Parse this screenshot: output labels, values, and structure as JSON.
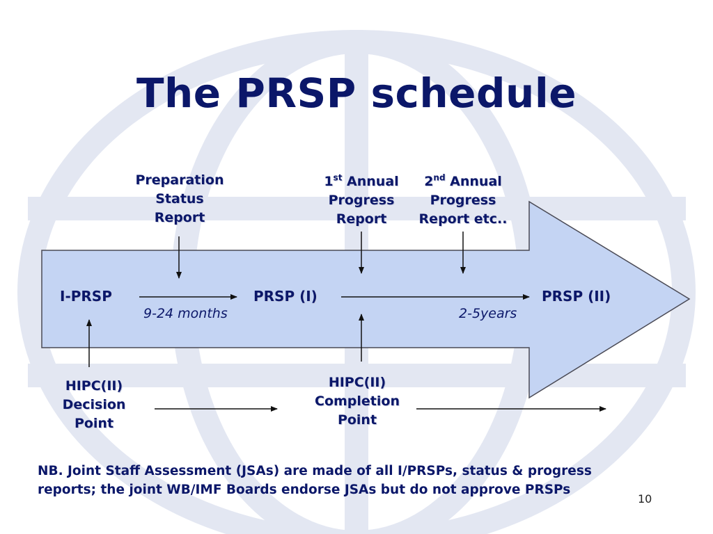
{
  "title": "The PRSP schedule",
  "top_labels": {
    "preparation_report": [
      "Preparation",
      "Status",
      "Report"
    ],
    "first_annual": {
      "number": "1",
      "suffix": "st",
      "rest": " Annual",
      "line2": "Progress",
      "line3": "Report"
    },
    "second_annual": {
      "number": "2",
      "suffix": "nd",
      "rest": " Annual",
      "line2": "Progress",
      "line3": "Report etc.."
    }
  },
  "nodes": {
    "i_prsp": "I-PRSP",
    "prsp_i": "PRSP (I)",
    "prsp_ii": "PRSP (II)"
  },
  "durations": {
    "first": "9-24 months",
    "second": "2-5years"
  },
  "bottom_labels": {
    "decision_point": [
      "HIPC(II)",
      "Decision",
      "Point"
    ],
    "completion_point": [
      "HIPC(II)",
      "Completion",
      "Point"
    ]
  },
  "note": {
    "line1": "NB. Joint Staff Assessment (JSAs) are made of all I/PRSPs, status & progress",
    "line2": "reports; the joint WB/IMF Boards endorse JSAs but do not approve PRSPs"
  },
  "page_number": "10",
  "colors": {
    "text": "#0b1769",
    "arrow_fill": "#c4d4f3",
    "arrow_stroke": "#4a4a55",
    "watermark": "#dfe3f0"
  }
}
